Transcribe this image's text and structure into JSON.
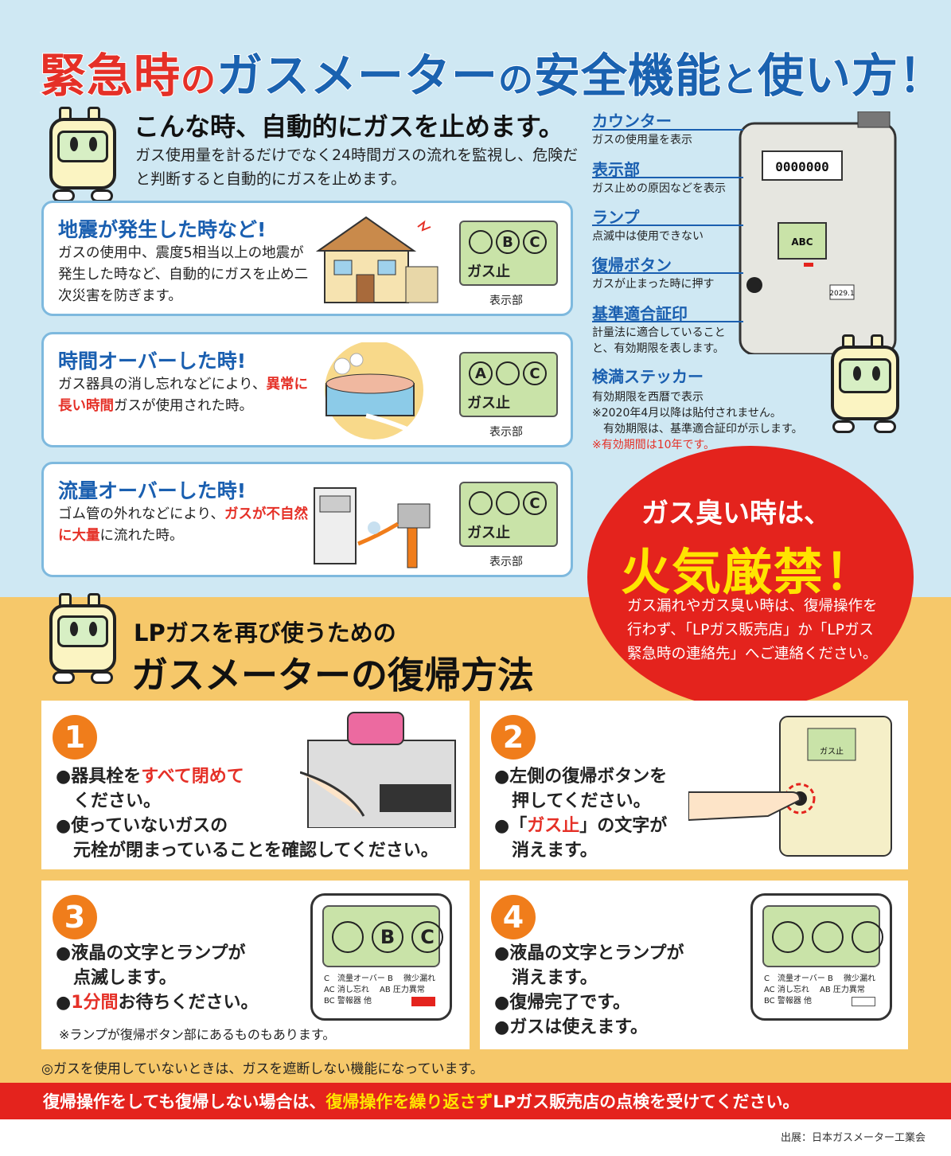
{
  "title": {
    "part1": "緊急時",
    "part2": "の",
    "part3": "ガスメーター",
    "part4": "の",
    "part5": "安全機能",
    "part6": "と",
    "part7": "使い方！"
  },
  "section1": {
    "heading": "こんな時、自動的にガスを止めます。",
    "desc": "ガス使用量を計るだけでなく24時間ガスの流れを監視し、危険だと判断すると自動的にガスを止めます。",
    "cases": [
      {
        "title": "地震が発生した時など!",
        "text": "ガスの使用中、震度5相当以上の地震が発生した時など、自動的にガスを止め二次災害を防ぎます。",
        "lcd": [
          "",
          "B",
          "C"
        ],
        "lcd_label": "ガス止",
        "caption": "表示部"
      },
      {
        "title": "時間オーバーした時!",
        "text_a": "ガス器具の消し忘れなどにより、",
        "text_red": "異常に長い時間",
        "text_b": "ガスが使用された時。",
        "lcd": [
          "A",
          "",
          "C"
        ],
        "lcd_label": "ガス止",
        "caption": "表示部"
      },
      {
        "title": "流量オーバーした時!",
        "text_a": "ゴム管の外れなどにより、",
        "text_red": "ガスが不自然に大量",
        "text_b": "に流れた時。",
        "lcd": [
          "",
          "",
          "C"
        ],
        "lcd_label": "ガス止",
        "caption": "表示部"
      }
    ]
  },
  "meter": {
    "counter_value": "0000000",
    "lcd_letters": "ABC",
    "sticker_date": "2029.1",
    "labels": [
      {
        "title": "カウンター",
        "text": "ガスの使用量を表示"
      },
      {
        "title": "表示部",
        "text": "ガス止めの原因などを表示"
      },
      {
        "title": "ランプ",
        "text": "点滅中は使用できない"
      },
      {
        "title": "復帰ボタン",
        "text": "ガスが止まった時に押す"
      },
      {
        "title": "基準適合証印",
        "text1": "計量法に適合していること",
        "text2": "と、有効期限を表します。"
      },
      {
        "title": "検満ステッカー",
        "text1": "有効期限を西暦で表示",
        "text2": "※2020年4月以降は貼付されません。",
        "text3": "有効期限は、基準適合証印が示します。",
        "text4": "※有効期間は10年です。"
      }
    ]
  },
  "warning": {
    "line1": "ガス臭い時は、",
    "line2": "火気厳禁！",
    "line3": "ガス漏れやガス臭い時は、復帰操作を行わず、「LPガス販売店」か「LPガス緊急時の連絡先」へご連絡ください。"
  },
  "section2": {
    "heading1": "LPガスを再び使うための",
    "heading2": "ガスメーターの復帰方法"
  },
  "steps": [
    {
      "num": "1",
      "line1a": "●器具栓を",
      "line1red": "すべて閉めて",
      "line2": "ください。",
      "line3": "●使っていないガスの",
      "line4": "元栓が閉まっていることを確認してください。"
    },
    {
      "num": "2",
      "line1": "●左側の復帰ボタンを",
      "line2": "押してください。",
      "line3a": "●「",
      "line3red": "ガス止",
      "line3b": "」の文字が",
      "line4": "消えます。",
      "mini_lcd": "ガス止"
    },
    {
      "num": "3",
      "line1": "●液晶の文字とランプが",
      "line2": "点滅します。",
      "line3red": "1分間",
      "line3b": "お待ちください。",
      "line3a": "●",
      "note": "※ランプが復帰ボタン部にあるものもあります。"
    },
    {
      "num": "4",
      "line1": "●液晶の文字とランプが",
      "line2": "消えます。",
      "line3": "●復帰完了です。",
      "line4": "●ガスは使えます。"
    }
  ],
  "lcd_big": {
    "step3": [
      "",
      "B",
      "C"
    ],
    "step4": [
      "",
      "",
      ""
    ],
    "legend1": "C　流量オーバー B　 微少漏れ",
    "legend2": "AC 消し忘れ　 AB 圧力異常",
    "legend3": "BC 警報器 他"
  },
  "footnote": "◎ガスを使用していないときは、ガスを遮断しない機能になっています。",
  "bottom_band": {
    "a": "復帰操作をしても復帰しない場合は、",
    "b": "復帰操作を繰り返さず",
    "c": "LPガス販売店の点検を受けてください。"
  },
  "source": "出展：日本ガスメーター工業会",
  "colors": {
    "accent_blue": "#1a5fb0",
    "accent_red": "#e4231d",
    "accent_orange": "#f07d1b",
    "bg_blue": "#cfe8f3",
    "bg_yellow": "#f6c86a"
  }
}
